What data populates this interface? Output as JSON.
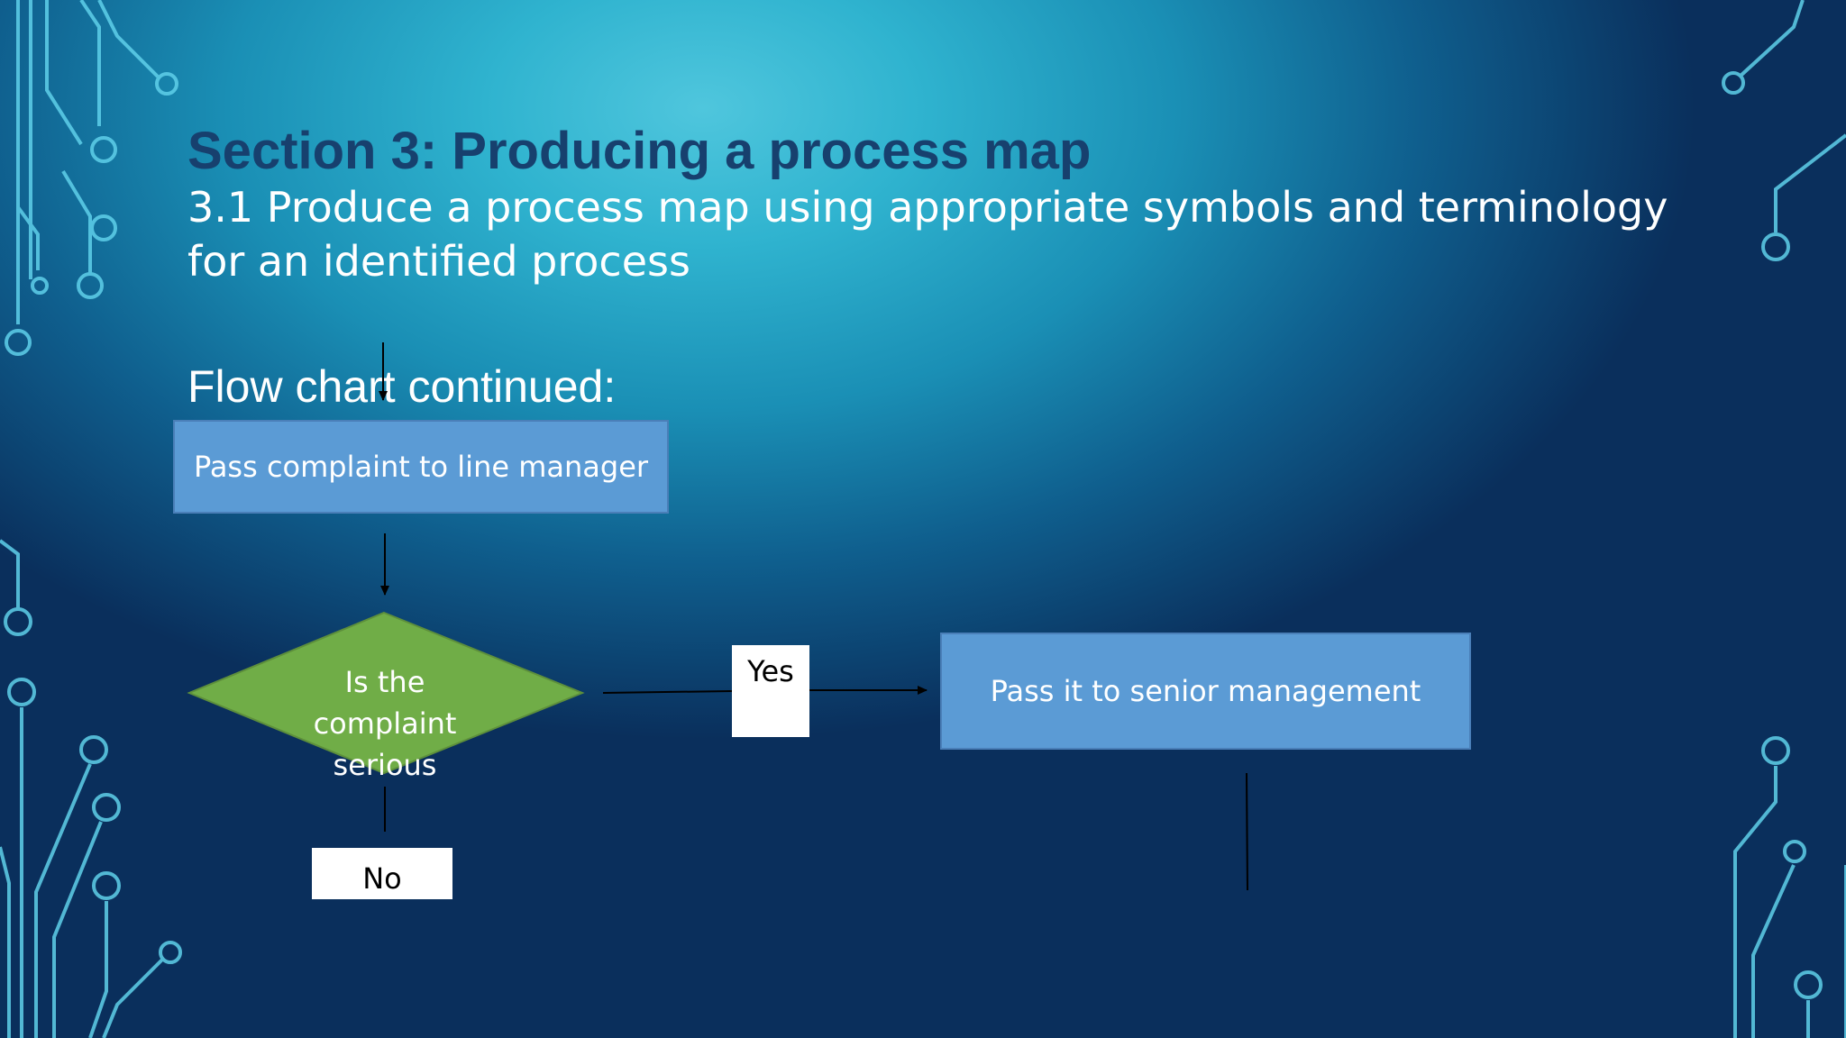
{
  "slide": {
    "title": "Section 3: Producing a process map",
    "subtitle": "3.1 Produce a process map using appropriate symbols and terminology for an identified process",
    "section_label": "Flow chart continued:"
  },
  "flowchart": {
    "process_1": "Pass complaint to line manager",
    "decision": "Is the complaint serious",
    "yes_label": "Yes",
    "no_label": "No",
    "process_2": "Pass it to senior management"
  },
  "colors": {
    "title": "#17406e",
    "process_fill": "#5b9bd5",
    "decision_fill": "#70ad47",
    "circuit": "#5fd0ea"
  }
}
